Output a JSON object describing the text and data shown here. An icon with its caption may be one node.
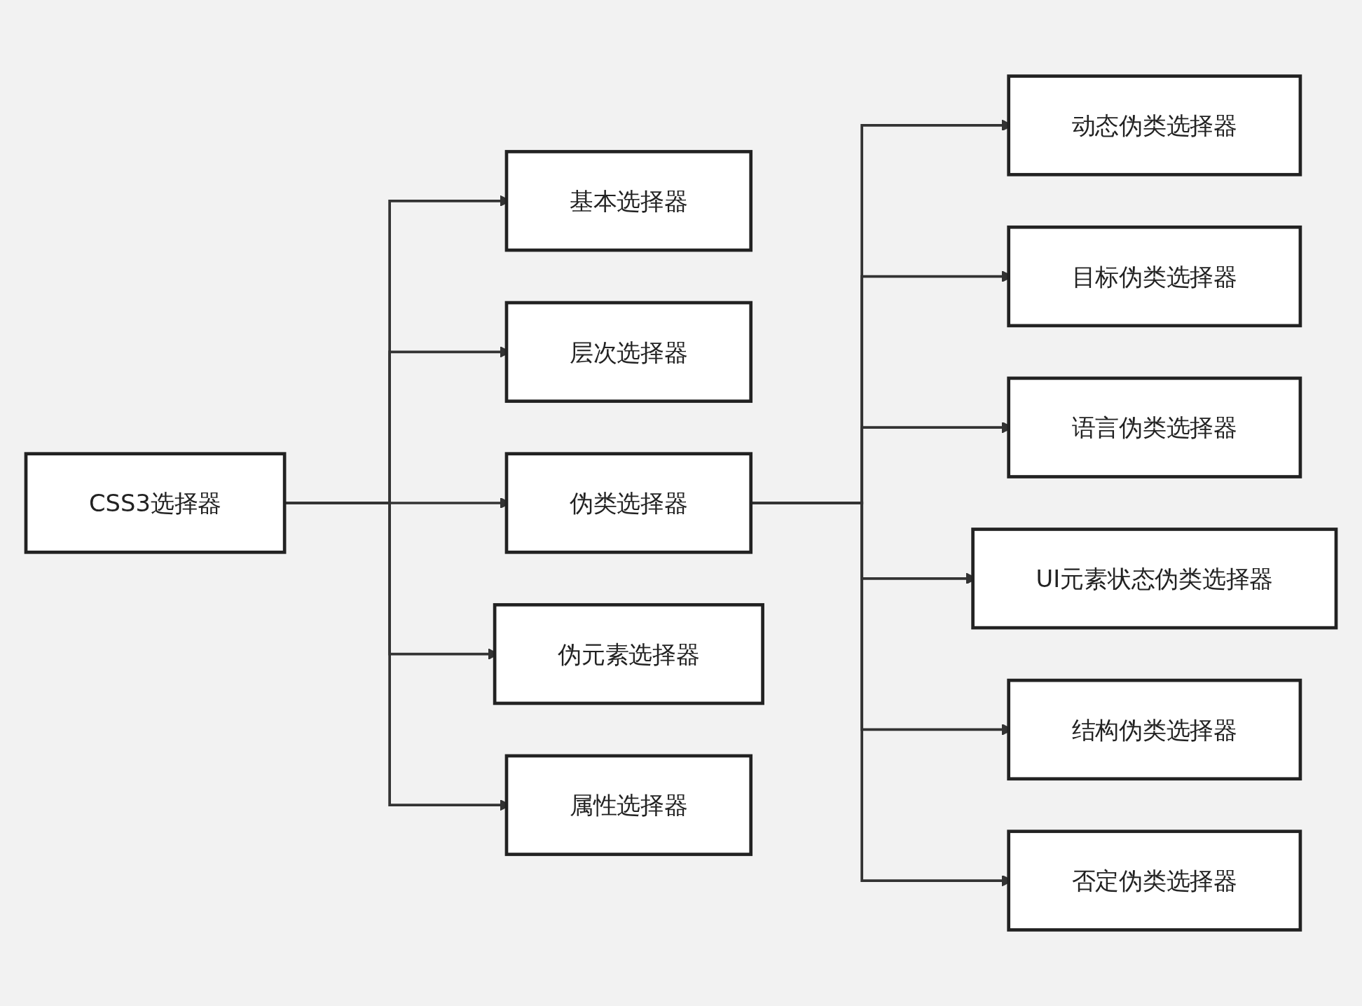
{
  "diagram": {
    "nodes": [
      {
        "text": [
          "CSS3选择器"
        ]
      },
      {
        "text": [
          "基本选择器"
        ]
      },
      {
        "text": [
          "层次选择器"
        ]
      },
      {
        "text": [
          "伪类选择器"
        ]
      },
      {
        "text": [
          "伪元素选择器"
        ]
      },
      {
        "text": [
          "属性选择器"
        ]
      },
      {
        "text": [
          "动态伪类选择器"
        ]
      },
      {
        "text": [
          "目标伪类选择器"
        ]
      },
      {
        "text": [
          "语言伪类选择器"
        ]
      },
      {
        "text": [
          "UI元素状态伪类选择器"
        ]
      },
      {
        "text": [
          "结构伪类选择器"
        ]
      },
      {
        "text": [
          "否定伪类选择器"
        ]
      }
    ],
    "edges": [
      {
        "from": 0,
        "to": 1,
        "arrow": "to"
      },
      {
        "from": 0,
        "to": 2,
        "arrow": "to"
      },
      {
        "from": 0,
        "to": 3,
        "arrow": "to"
      },
      {
        "from": 0,
        "to": 4,
        "arrow": "to"
      },
      {
        "from": 0,
        "to": 5,
        "arrow": "to"
      },
      {
        "from": 3,
        "to": 6,
        "arrow": "to"
      },
      {
        "from": 3,
        "to": 7,
        "arrow": "to"
      },
      {
        "from": 3,
        "to": 8,
        "arrow": "to"
      },
      {
        "from": 3,
        "to": 9,
        "arrow": "to"
      },
      {
        "from": 3,
        "to": 10,
        "arrow": "to"
      },
      {
        "from": 3,
        "to": 11,
        "arrow": "to"
      }
    ]
  }
}
